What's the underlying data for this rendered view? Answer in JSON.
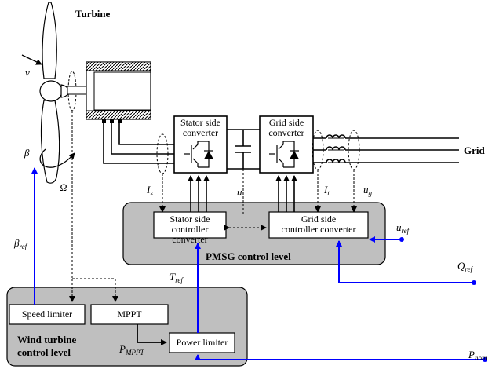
{
  "labels": {
    "turbine": "Turbine",
    "grid": "Grid",
    "v": "v",
    "beta": "β",
    "beta_ref": "β",
    "beta_ref_sub": "ref",
    "omega": "Ω",
    "i_s": "I",
    "i_s_sub": "s",
    "u": "u",
    "i_t": "I",
    "i_t_sub": "t",
    "u_g": "u",
    "u_g_sub": "g",
    "u_ref": "u",
    "u_ref_sub": "ref",
    "q_ref": "Q",
    "q_ref_sub": "ref",
    "t_ref": "T",
    "t_ref_sub": "ref",
    "p_mppt": "P",
    "p_mppt_sub": "MPPT",
    "p_nom": "P",
    "p_nom_sub": "nom"
  },
  "boxes": {
    "stator_converter": [
      "Stator side",
      "converter"
    ],
    "grid_converter": [
      "Grid side",
      "converter"
    ],
    "stator_controller": [
      "Stator side",
      "controller converter"
    ],
    "grid_controller": [
      "Grid side",
      "controller converter"
    ],
    "speed_limiter": "Speed limiter",
    "mppt": "MPPT",
    "power_limiter": "Power limiter"
  },
  "levels": {
    "pmsg": "PMSG control level",
    "wind": [
      "Wind turbine",
      "control level"
    ]
  },
  "colors": {
    "signal_blue": "#0000ff",
    "panel_gray": "#bfbfbf",
    "line": "#000000"
  }
}
